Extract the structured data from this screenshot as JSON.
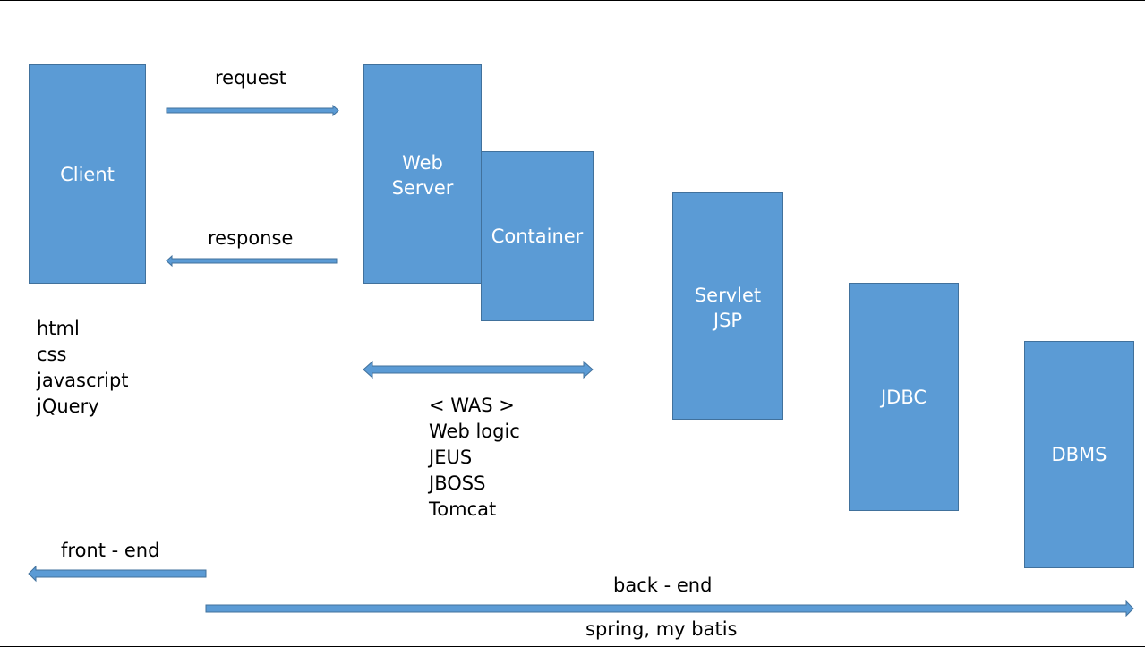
{
  "boxes": {
    "client": "Client",
    "web_server": [
      "Web",
      "Server"
    ],
    "container": "Container",
    "servlet": [
      "Servlet",
      "JSP"
    ],
    "jdbc": "JDBC",
    "dbms": "DBMS"
  },
  "arrow_labels": {
    "request": "request",
    "response": "response",
    "front_end": "front - end",
    "back_end": "back - end",
    "back_end_stack": "spring, my batis"
  },
  "client_tech": [
    "html",
    "css",
    "javascript",
    "jQuery"
  ],
  "was": {
    "heading": "< WAS >",
    "products": [
      "Web logic",
      "JEUS",
      "JBOSS",
      "Tomcat"
    ]
  },
  "colors": {
    "box_fill": "#5b9bd5",
    "box_border": "#41719c",
    "box_text": "#ffffff"
  }
}
